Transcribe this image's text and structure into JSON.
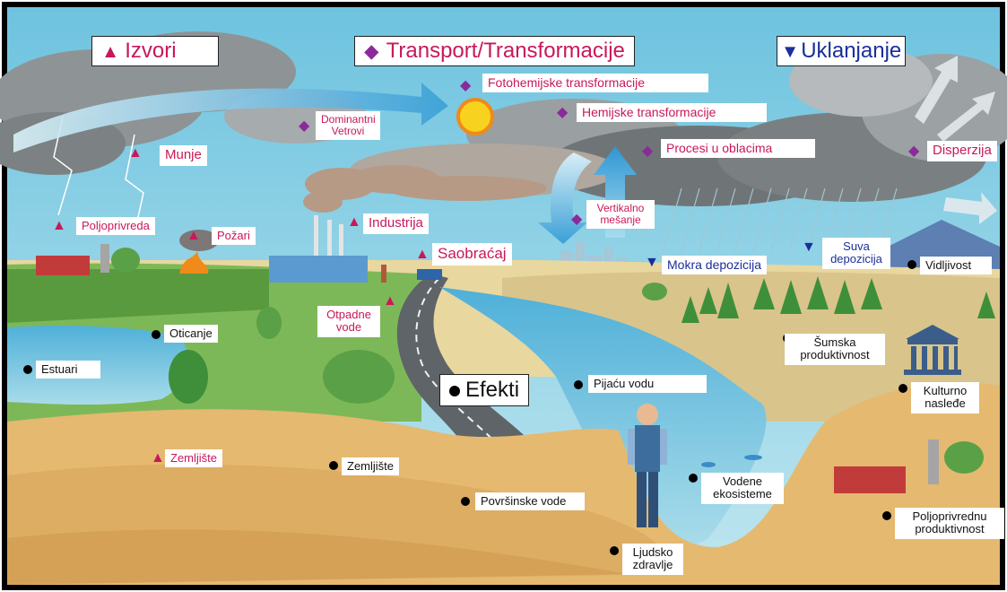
{
  "headers": {
    "sources": "Izvori",
    "transport": "Transport/Transformacije",
    "removal": "Uklanjanje"
  },
  "sources": {
    "munje": "Munje",
    "poljoprivreda": "Poljoprivreda",
    "pozari": "Požari",
    "industrija": "Industrija",
    "saobracaj": "Saobraćaj",
    "otpadne_vode": "Otpadne vode",
    "zemljiste": "Zemljište"
  },
  "transport": {
    "dominantni_vetrovi": "Dominantni Vetrovi",
    "fotohemijske": "Fotohemijske transformacije",
    "hemijske": "Hemijske transformacije",
    "procesi_oblaci": "Procesi u oblacima",
    "disperzija": "Disperzija",
    "vertikalno": "Vertikalno mešanje"
  },
  "removal": {
    "mokra": "Mokra depozicija",
    "suva": "Suva depozicija"
  },
  "effects": {
    "title": "Efekti",
    "oticanje": "Oticanje",
    "estuari": "Estuari",
    "zemljiste": "Zemljište",
    "povrsinske_vode": "Površinske vode",
    "pijacu_vodu": "Pijaću vodu",
    "vodene_ekosisteme": "Vodene ekosisteme",
    "ljudsko_zdravlje": "Ljudsko zdravlje",
    "sumska": "Šumska produktivnost",
    "vidljivost": "Vidljivost",
    "kulturno": "Kulturno nasleđe",
    "poljoprivrednu": "Poljoprivrednu produktivnost"
  },
  "colors": {
    "source_marker": "#c8185a",
    "transport_marker": "#8b2a9a",
    "removal_marker": "#1a2f9a",
    "sky": "#8fd0e6",
    "water": "#7fc8e0",
    "grass": "#7fb95a",
    "ground": "#e2b770"
  }
}
